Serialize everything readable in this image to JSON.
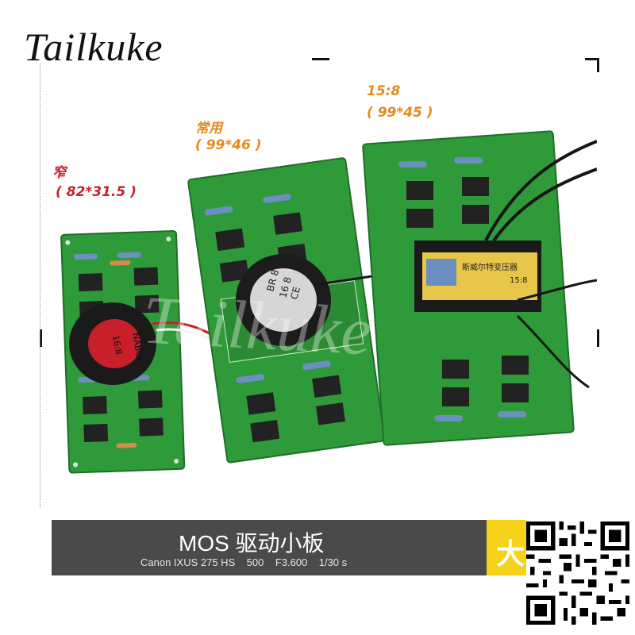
{
  "brand": "Tailkuke",
  "watermark": "Tailkuke",
  "boards": [
    {
      "name": "窄",
      "size": "( 82*31.5 )",
      "color": "#c8202a",
      "component_text": [
        "NABOL",
        "16:8"
      ]
    },
    {
      "name": "常用",
      "size": "( 99*46 )",
      "color": "#e38a1c",
      "component_text": [
        "BR 8",
        "16 8",
        "CE"
      ]
    },
    {
      "name": "15:8",
      "size": "( 99*45 )",
      "color": "#e38a1c",
      "component_text": [
        "斯威尔特变压器",
        "15:8"
      ]
    }
  ],
  "banner": {
    "title": "MOS 驱动小板",
    "subtitle": "Canon IXUS 275 HS    500    F3.600    1/30 s",
    "yellow_char": "大"
  },
  "colors": {
    "pcb_green": "#2f9a3a",
    "banner_bg": "#4a4a4a",
    "accent_yellow": "#f7d21a"
  }
}
